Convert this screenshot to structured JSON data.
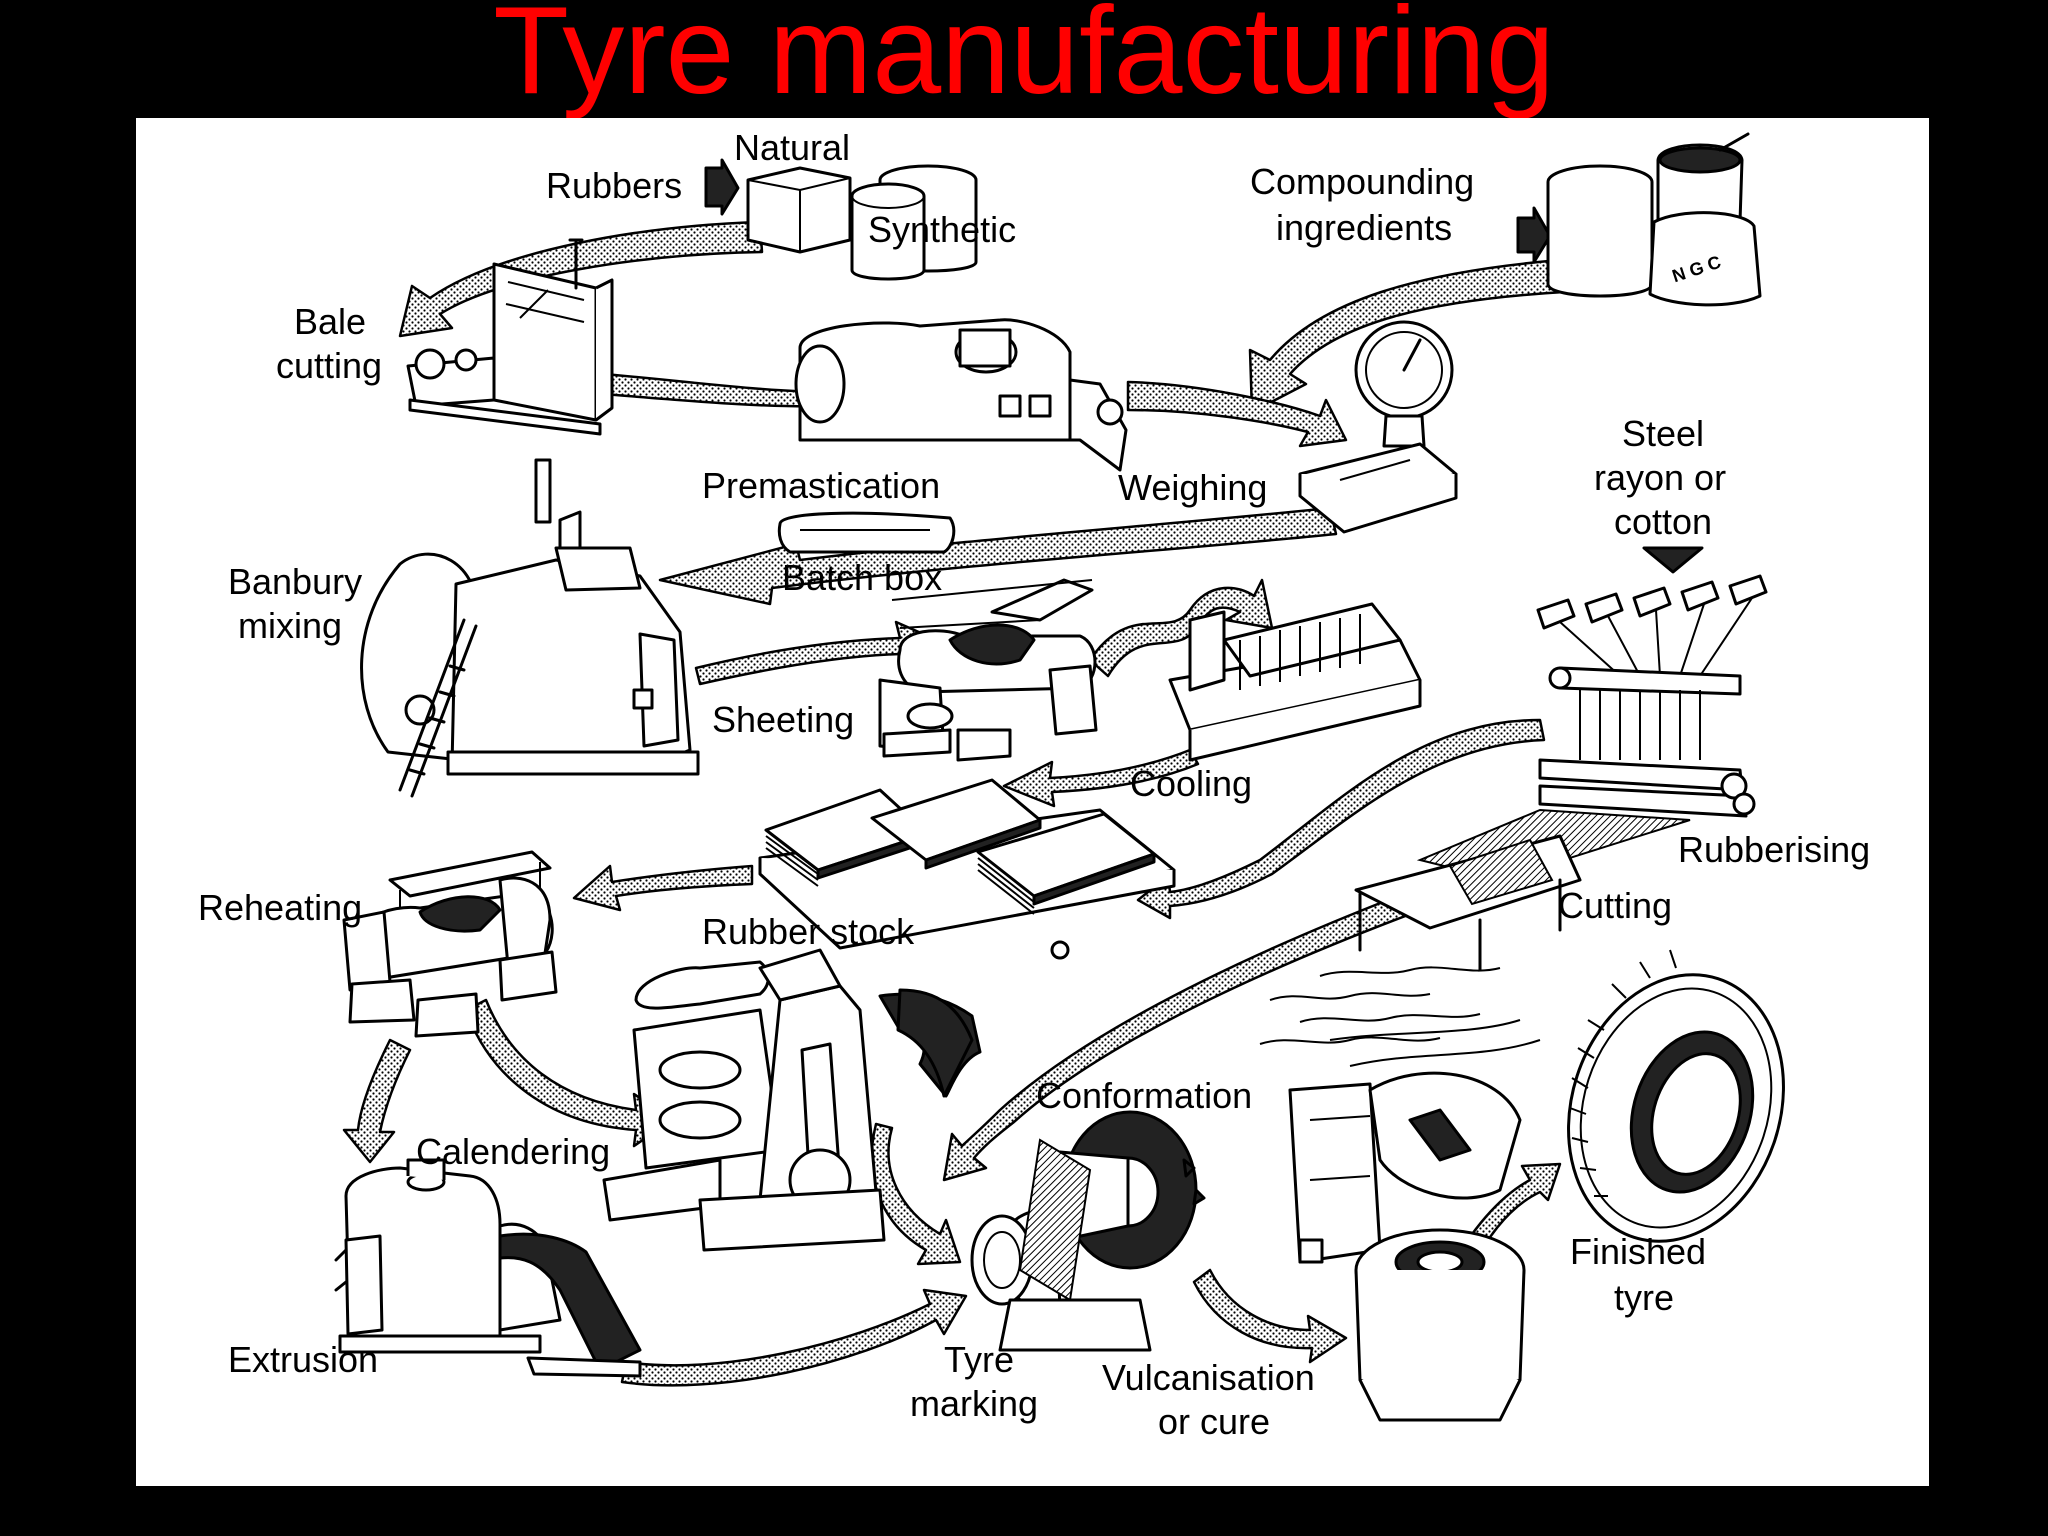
{
  "title": "Tyre manufacturing",
  "labels": {
    "natural": "Natural",
    "rubbers": "Rubbers",
    "synthetic": "Synthetic",
    "compounding_1": "Compounding",
    "compounding_2": "ingredients",
    "bale_1": "Bale",
    "bale_2": "cutting",
    "premastication": "Premastication",
    "weighing": "Weighing",
    "steel_1": "Steel",
    "steel_2": "rayon or",
    "steel_3": "cotton",
    "batch_box": "Batch box",
    "banbury_1": "Banbury",
    "banbury_2": "mixing",
    "sheeting": "Sheeting",
    "cooling": "Cooling",
    "rubberising": "Rubberising",
    "reheating": "Reheating",
    "rubber_stock": "Rubber stock",
    "cutting": "Cutting",
    "conformation": "Conformation",
    "calendering": "Calendering",
    "finished_1": "Finished",
    "finished_2": "tyre",
    "extrusion": "Extrusion",
    "tyre_marking_1": "Tyre",
    "tyre_marking_2": "marking",
    "vulcanisation_1": "Vulcanisation",
    "vulcanisation_2": "or cure"
  },
  "colors": {
    "background": "#000000",
    "title": "#ff0000",
    "panel": "#ffffff",
    "ink": "#000000"
  }
}
